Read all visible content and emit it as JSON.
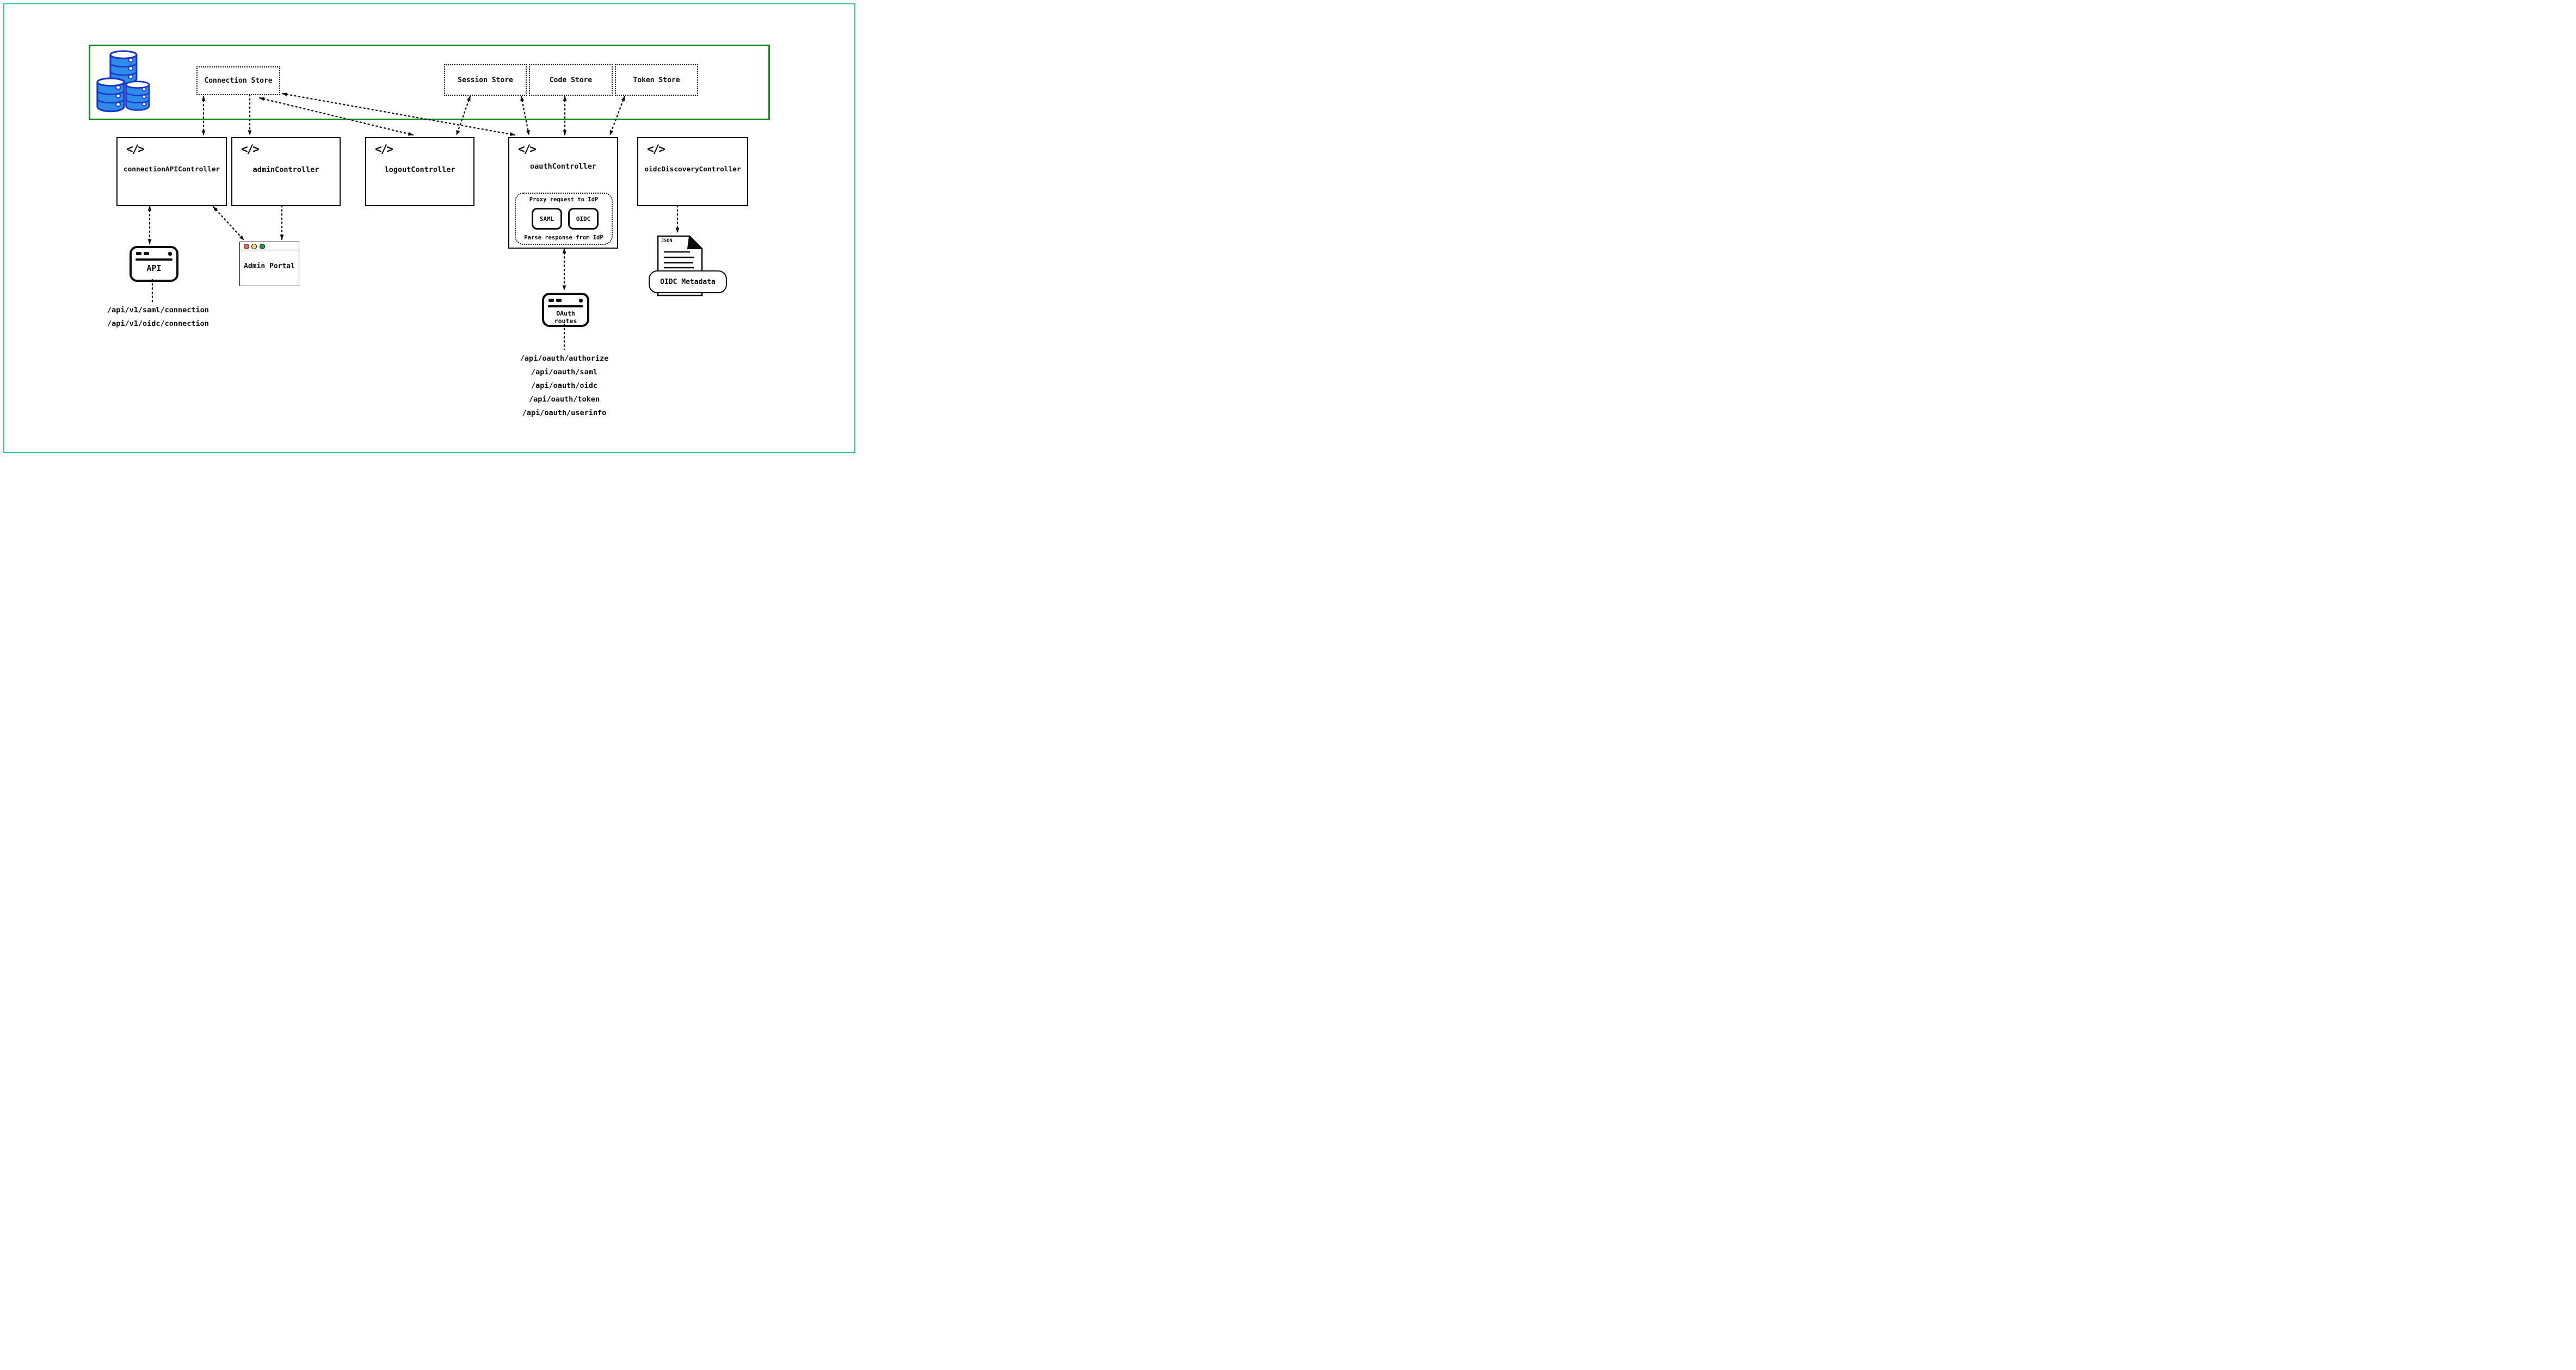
{
  "diagram": {
    "code_icon": "</>",
    "storage_layer": {
      "stores": [
        {
          "label": "Connection Store"
        },
        {
          "label": "Session Store"
        },
        {
          "label": "Code Store"
        },
        {
          "label": "Token Store"
        }
      ]
    },
    "controllers": [
      {
        "label": "connectionAPIController"
      },
      {
        "label": "adminController"
      },
      {
        "label": "logoutController"
      },
      {
        "label": "oauthController"
      },
      {
        "label": "oidcDiscoveryController"
      }
    ],
    "oauth_detail": {
      "proxy_label": "Proxy request to IdP",
      "parse_label": "Parse response from IdP",
      "protocols": [
        {
          "label": "SAML"
        },
        {
          "label": "OIDC"
        }
      ]
    },
    "windows": {
      "api": {
        "label": "API"
      },
      "admin_portal": {
        "label": "Admin Portal"
      },
      "oauth_routes": {
        "label": "OAuth routes"
      }
    },
    "document": {
      "file_type": "JSON",
      "caption": "OIDC Metadata"
    },
    "endpoints": {
      "connection_api": [
        "/api/v1/saml/connection",
        "/api/v1/oidc/connection"
      ],
      "oauth": [
        "/api/oauth/authorize",
        "/api/oauth/saml",
        "/api/oauth/oidc",
        "/api/oauth/token",
        "/api/oauth/userinfo"
      ]
    },
    "edges": [
      {
        "from": "Connection Store",
        "to": "connectionAPIController",
        "bidirectional": true
      },
      {
        "from": "Connection Store",
        "to": "adminController",
        "bidirectional": false
      },
      {
        "from": "Connection Store",
        "to": "logoutController",
        "bidirectional": true
      },
      {
        "from": "Connection Store",
        "to": "oauthController",
        "bidirectional": true
      },
      {
        "from": "Session Store",
        "to": "logoutController",
        "bidirectional": true
      },
      {
        "from": "Session Store",
        "to": "oauthController",
        "bidirectional": true
      },
      {
        "from": "Code Store",
        "to": "oauthController",
        "bidirectional": true
      },
      {
        "from": "Token Store",
        "to": "oauthController",
        "bidirectional": true
      },
      {
        "from": "connectionAPIController",
        "to": "API",
        "bidirectional": true
      },
      {
        "from": "connectionAPIController",
        "to": "Admin Portal",
        "bidirectional": true
      },
      {
        "from": "adminController",
        "to": "Admin Portal",
        "bidirectional": false
      },
      {
        "from": "oauthController",
        "to": "OAuth routes",
        "bidirectional": true
      },
      {
        "from": "oidcDiscoveryController",
        "to": "OIDC Metadata",
        "bidirectional": false
      }
    ],
    "colors": {
      "frame_teal": "#2bc3a4",
      "storage_border_green": "#17891c",
      "database_fill": "#2f8be8",
      "database_stroke": "#1a35cc",
      "traffic_red": "#f4655f",
      "traffic_yellow": "#f5d76b",
      "traffic_green": "#1e9e34",
      "ink": "#0d0d0d"
    }
  }
}
